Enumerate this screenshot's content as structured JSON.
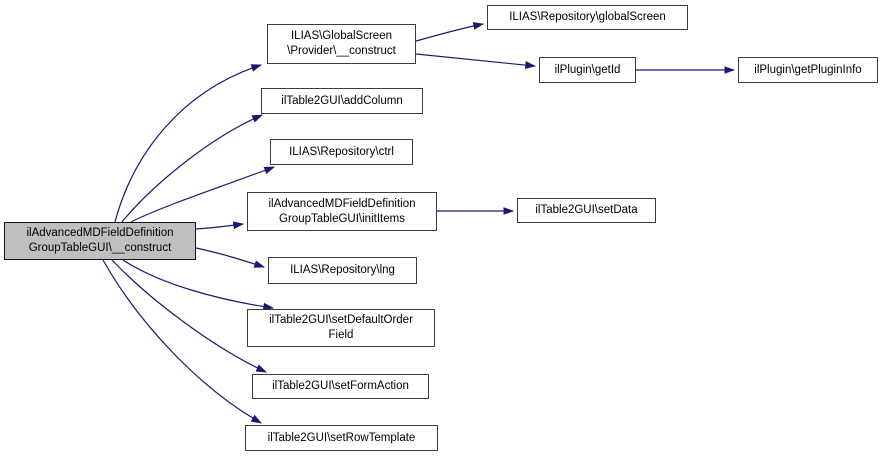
{
  "diagram": {
    "kind": "call-graph",
    "colors": {
      "background": "#ffffff",
      "edge": "#191970",
      "node_fill": "#ffffff",
      "node_border": "#3c3c3c",
      "focused_node_fill": "#bfbfbf",
      "text": "#000000"
    },
    "nodes": [
      {
        "id": "construct",
        "label": "ilAdvancedMDFieldDefinition\nGroupTableGUI\\__construct",
        "focused": true
      },
      {
        "id": "provider",
        "label": "ILIAS\\GlobalScreen\n\\Provider\\__construct"
      },
      {
        "id": "globalscreen",
        "label": "ILIAS\\Repository\\globalScreen"
      },
      {
        "id": "getid",
        "label": "ilPlugin\\getId"
      },
      {
        "id": "getplugininfo",
        "label": "ilPlugin\\getPluginInfo"
      },
      {
        "id": "addcolumn",
        "label": "ilTable2GUI\\addColumn"
      },
      {
        "id": "ctrl",
        "label": "ILIAS\\Repository\\ctrl"
      },
      {
        "id": "inititems",
        "label": "ilAdvancedMDFieldDefinition\nGroupTableGUI\\initItems"
      },
      {
        "id": "setdata",
        "label": "ilTable2GUI\\setData"
      },
      {
        "id": "lng",
        "label": "ILIAS\\Repository\\lng"
      },
      {
        "id": "setdefaultorderfield",
        "label": "ilTable2GUI\\setDefaultOrder\nField"
      },
      {
        "id": "setformaction",
        "label": "ilTable2GUI\\setFormAction"
      },
      {
        "id": "setrowtemplate",
        "label": "ilTable2GUI\\setRowTemplate"
      }
    ],
    "edges": [
      {
        "from": "construct",
        "to": "provider"
      },
      {
        "from": "construct",
        "to": "addcolumn"
      },
      {
        "from": "construct",
        "to": "ctrl"
      },
      {
        "from": "construct",
        "to": "inititems"
      },
      {
        "from": "construct",
        "to": "lng"
      },
      {
        "from": "construct",
        "to": "setdefaultorderfield"
      },
      {
        "from": "construct",
        "to": "setformaction"
      },
      {
        "from": "construct",
        "to": "setrowtemplate"
      },
      {
        "from": "provider",
        "to": "globalscreen"
      },
      {
        "from": "provider",
        "to": "getid"
      },
      {
        "from": "getid",
        "to": "getplugininfo"
      },
      {
        "from": "inititems",
        "to": "setdata"
      }
    ]
  }
}
